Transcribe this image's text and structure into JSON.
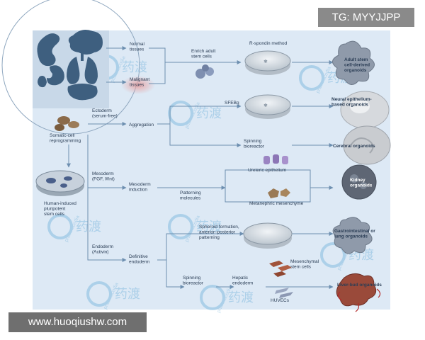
{
  "overlay": {
    "tag": "TG: MYYJJPP",
    "url": "www.huoqiushw.com"
  },
  "watermark": {
    "text": "药渡",
    "subtext": "pharmacodia"
  },
  "colors": {
    "background": "#dde9f5",
    "organ": "#3e5f7f",
    "arrow": "#6d8fb0",
    "label": "#2a3d55",
    "dish": "#cfd7de",
    "malignant": "#e8a0a0",
    "purple_cell": "#7e6e9c",
    "brown_cell": "#8a6a4a",
    "red_vessel": "#b32a2a"
  },
  "nodes": {
    "normal_tissues": "Normal\ntissues",
    "malignant_tissues": "Malignant\ntissues",
    "enrich_adult_stem": "Enrich adult\nstem cells",
    "rspondin_method": "R-spondin method",
    "adult_stem_organoids": "Adult stem\ncell-derived\norganoids",
    "somatic_reprogramming": "Somatic-cell\nreprogramming",
    "ectoderm": "Ectoderm\n(serum-free)",
    "aggregation": "Aggregation",
    "sfebq": "SFEBq",
    "neural_epithelium": "Neural epithelium-\nbased organoids",
    "spinning_bioreactor_1": "Spinning\nbioreactor",
    "cerebral_organoids": "Cerebral organoids",
    "hipsc": "Human-induced\npluripotent\nstem cells",
    "mesoderm": "Mesoderm\n(FGF, Wnt)",
    "mesoderm_induction": "Mesoderm\ninduction",
    "patterning_molecules": "Patterning\nmolecules",
    "ureteric_epithelium": "Ureteric epithelium",
    "metanephric_mesenchyme": "Metanephric mesenchyme",
    "kidney_organoids": "Kidney\norganoids",
    "endoderm": "Endoderm\n(Activin)",
    "definitive_endoderm": "Definitive\nendoderm",
    "spheroid_formation": "Spheroid formation,\nanterior–posterior\npatterning",
    "gastrointestinal_organoids": "Gastrointestinal or\nlung organoids",
    "spinning_bioreactor_2": "Spinning\nbioreactor",
    "hepatic_endoderm": "Hepatic\nendoderm",
    "mesenchymal_stem": "Mesenchymal\nstem cells",
    "huvecs": "HUVECs",
    "liver_bud_organoids": "Liver-bud organoids"
  }
}
